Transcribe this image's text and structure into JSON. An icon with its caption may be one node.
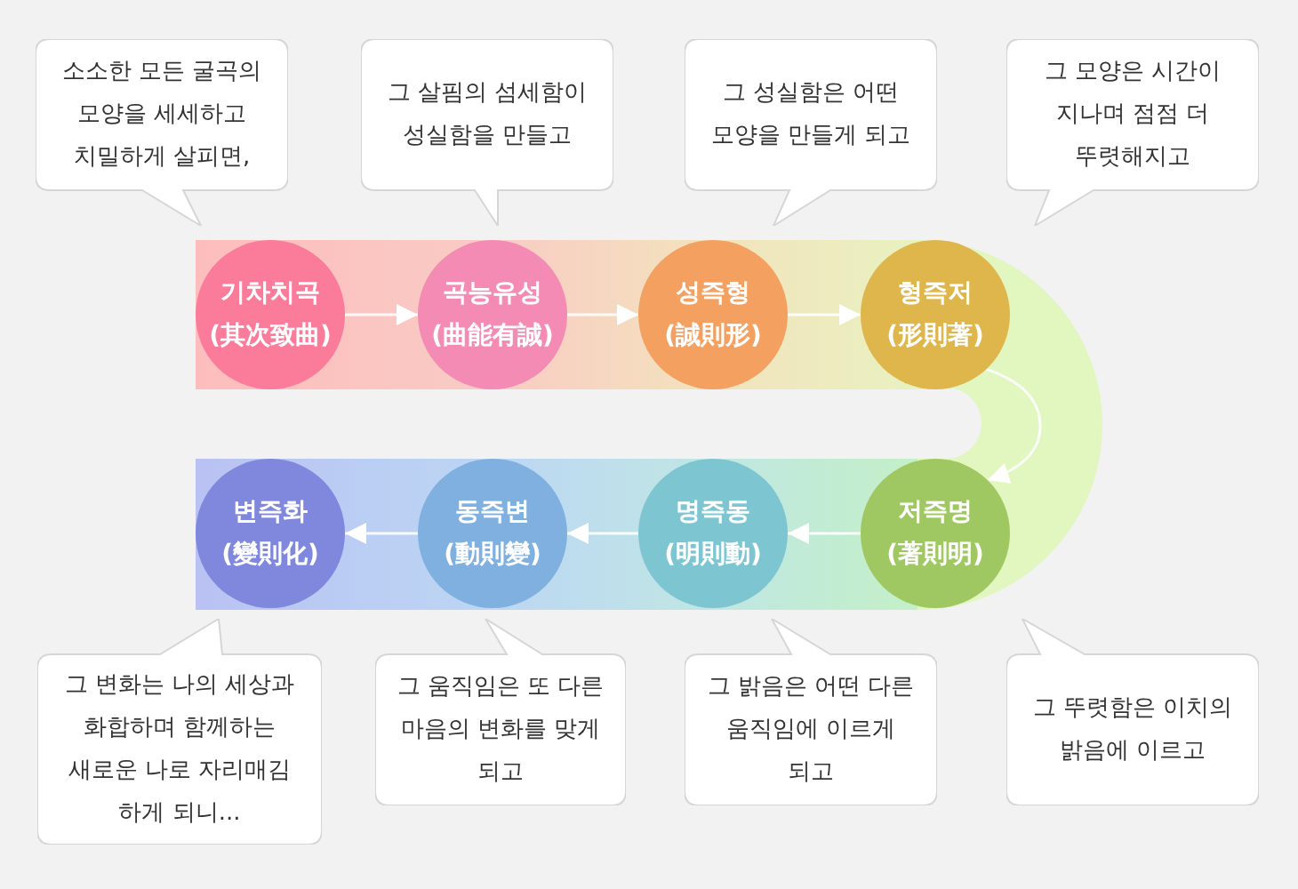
{
  "diagram": {
    "nodes": [
      {
        "text": [
          "기차치곡",
          "(其次致曲)"
        ]
      },
      {
        "text": [
          "곡능유성",
          "(曲能有誠)"
        ]
      },
      {
        "text": [
          "성즉형",
          "(誠則形)"
        ]
      },
      {
        "text": [
          "형즉저",
          "(形則著)"
        ]
      },
      {
        "text": [
          "저즉명",
          "(著則明)"
        ]
      },
      {
        "text": [
          "명즉동",
          "(明則動)"
        ]
      },
      {
        "text": [
          "동즉변",
          "(動則變)"
        ]
      },
      {
        "text": [
          "변즉화",
          "(變則化)"
        ]
      },
      {
        "text": [
          "소소한 모든 굴곡의 모양을 세세하고 치밀하게 살피면,"
        ]
      },
      {
        "text": [
          "그 살핌의 섬세함이 성실함을 만들고"
        ]
      },
      {
        "text": [
          "그 성실함은 어떤 모양을 만들게 되고"
        ]
      },
      {
        "text": [
          "그 모양은 시간이 지나며 점점 더 뚜렷해지고"
        ]
      },
      {
        "text": [
          "그 변화는 나의 세상과 화합하며 함께하는 새로운 나로 자리매김 하게 되니..."
        ]
      },
      {
        "text": [
          "그 움직임은 또 다른 마음의 변화를 맞게 되고"
        ]
      },
      {
        "text": [
          "그 밝음은 어떤 다른 움직임에 이르게 되고"
        ]
      },
      {
        "text": [
          "그 뚜렷함은 이치의 밝음에 이르고"
        ]
      }
    ],
    "edges": [
      {
        "from": 0,
        "to": 1,
        "arrow": "to"
      },
      {
        "from": 1,
        "to": 2,
        "arrow": "to"
      },
      {
        "from": 2,
        "to": 3,
        "arrow": "to"
      },
      {
        "from": 3,
        "to": 4,
        "arrow": "to"
      },
      {
        "from": 4,
        "to": 5,
        "arrow": "to"
      },
      {
        "from": 5,
        "to": 6,
        "arrow": "to"
      },
      {
        "from": 6,
        "to": 7,
        "arrow": "to"
      }
    ]
  }
}
